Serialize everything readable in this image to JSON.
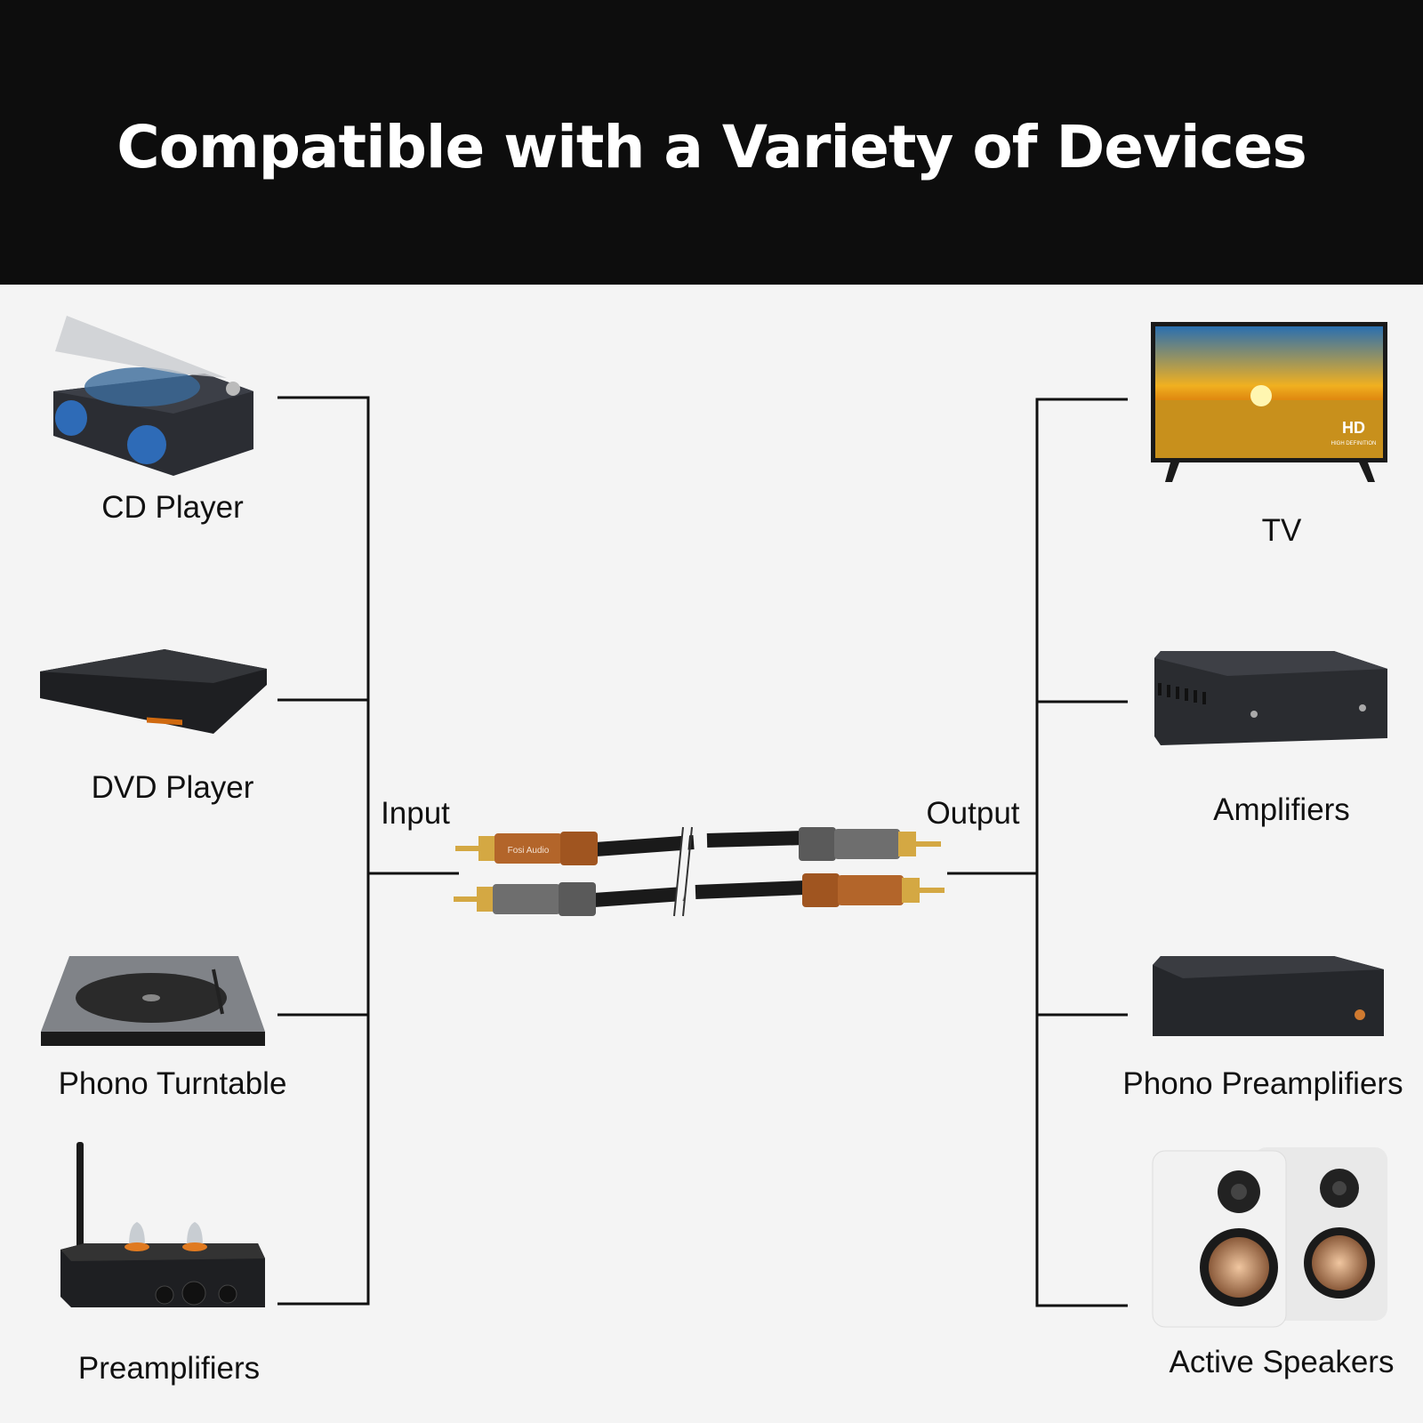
{
  "header": {
    "title": "Compatible with a Variety of Devices"
  },
  "cable": {
    "input_label": "Input",
    "output_label": "Output",
    "brand": "Fosi Audio",
    "colors": {
      "copper": "#b3652a",
      "gray": "#6e6e6e",
      "gold": "#d4a843"
    }
  },
  "inputs": [
    {
      "label": "CD Player",
      "icon": "cd-player-icon"
    },
    {
      "label": "DVD Player",
      "icon": "dvd-player-icon"
    },
    {
      "label": "Phono Turntable",
      "icon": "turntable-icon"
    },
    {
      "label": "Preamplifiers",
      "icon": "tube-preamp-icon"
    }
  ],
  "outputs": [
    {
      "label": "TV",
      "icon": "tv-icon",
      "badge": "HD",
      "badge_sub": "HIGH DEFINITION"
    },
    {
      "label": "Amplifiers",
      "icon": "amplifier-icon"
    },
    {
      "label": "Phono Preamplifiers",
      "icon": "phono-preamp-icon"
    },
    {
      "label": "Active Speakers",
      "icon": "speakers-icon"
    }
  ]
}
